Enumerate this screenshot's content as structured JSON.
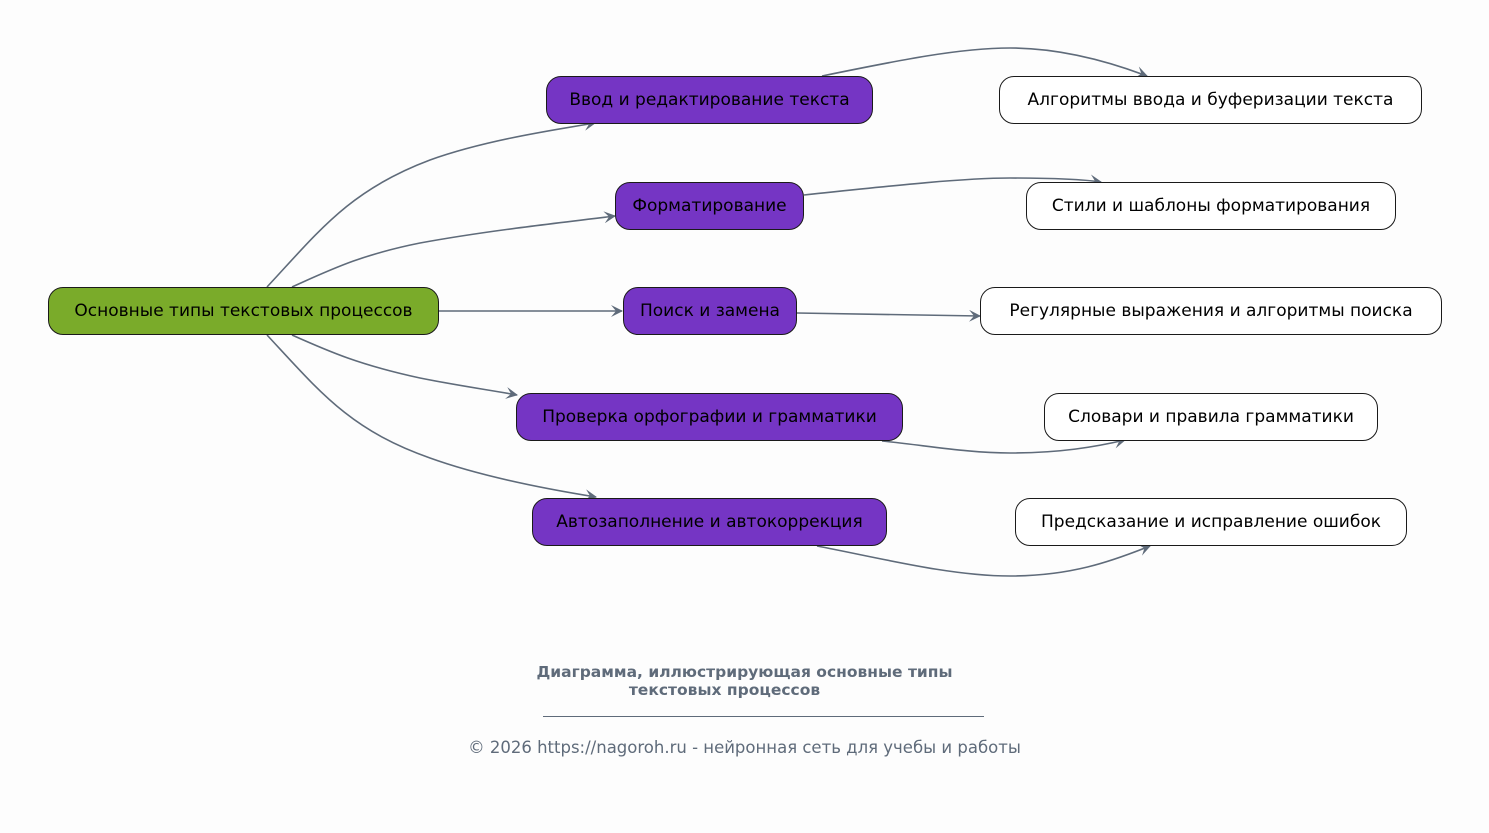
{
  "diagram": {
    "root": {
      "label": "Основные типы текстовых процессов"
    },
    "branches": [
      {
        "label": "Ввод и редактирование текста",
        "child": "Алгоритмы ввода и буферизации текста"
      },
      {
        "label": "Форматирование",
        "child": "Стили и шаблоны форматирования"
      },
      {
        "label": "Поиск и замена",
        "child": "Регулярные выражения и алгоритмы поиска"
      },
      {
        "label": "Проверка орфографии и грамматики",
        "child": "Словари и правила грамматики"
      },
      {
        "label": "Автозаполнение и автокоррекция",
        "child": "Предсказание и исправление ошибок"
      }
    ],
    "colors": {
      "root_fill": "#7aab2a",
      "branch_fill": "#7535c4",
      "leaf_fill": "#ffffff",
      "edge": "#5f6b7a"
    }
  },
  "caption": {
    "line1": "Диаграмма, иллюстрирующая основные типы",
    "line2": "текстовых процессов"
  },
  "footer": {
    "text": "© 2026 https://nagoroh.ru - нейронная сеть для учебы и работы"
  }
}
